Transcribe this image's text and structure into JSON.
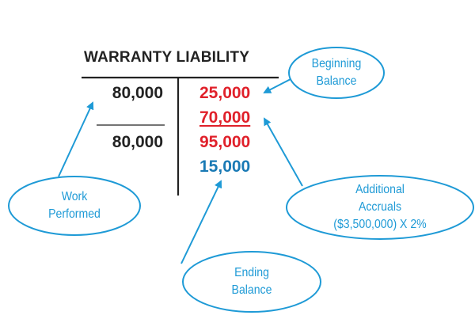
{
  "title": "WARRANTY LIABILITY",
  "debits": {
    "entry": "80,000",
    "total": "80,000"
  },
  "credits": {
    "beginning": "25,000",
    "accruals": "70,000",
    "total": "95,000",
    "ending": "15,000"
  },
  "callouts": {
    "beginning_balance": [
      "Beginning",
      "Balance"
    ],
    "work_performed": [
      "Work",
      "Performed"
    ],
    "additional_accruals": [
      "Additional",
      "Accruals",
      "($3,500,000) X 2%"
    ],
    "ending_balance": [
      "Ending",
      "Balance"
    ]
  },
  "colors": {
    "red": "#e0202a",
    "blue": "#1a7ab5",
    "bubble": "#1e9ad6",
    "dark": "#222222"
  }
}
